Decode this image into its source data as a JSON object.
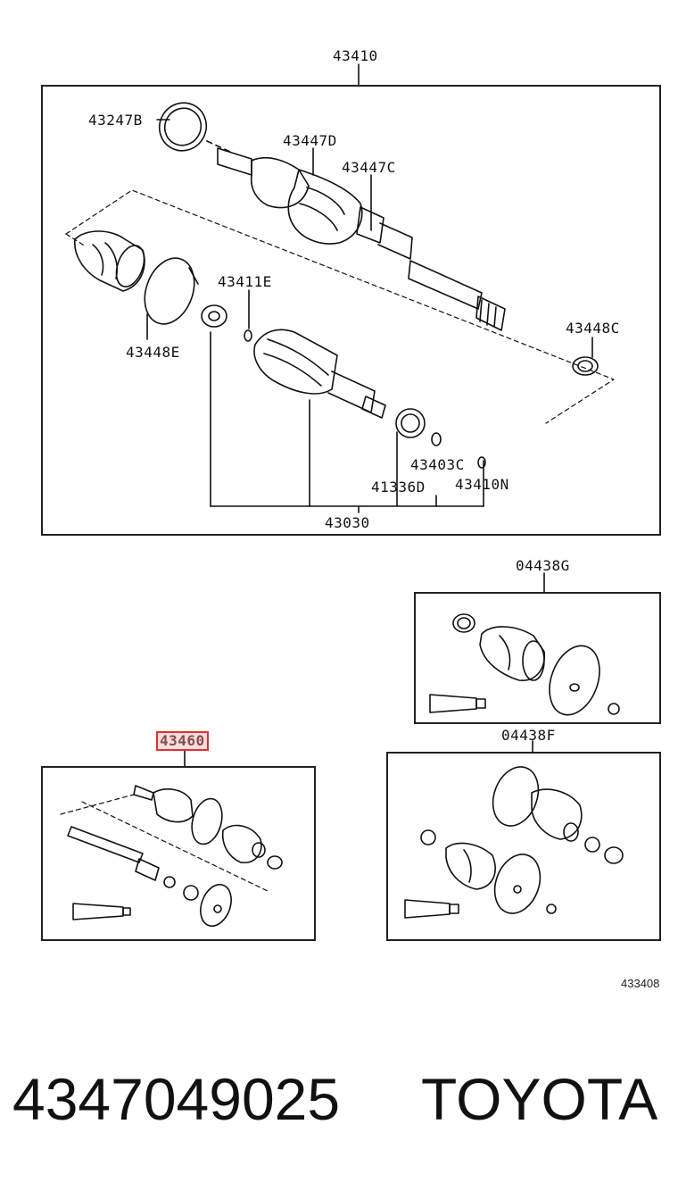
{
  "diagram": {
    "top_assembly": {
      "main_label": "43410",
      "labels": {
        "p43247B": "43247B",
        "p43447D": "43447D",
        "p43447C": "43447C",
        "p43411E": "43411E",
        "p43448E": "43448E",
        "p43448C": "43448C",
        "p43403C": "43403C",
        "p41336D": "41336D",
        "p43410N": "43410N",
        "p43030": "43030"
      }
    },
    "kit_g": {
      "label": "04438G"
    },
    "kit_f": {
      "label": "04438F"
    },
    "selected": {
      "label": "43460",
      "highlight_color": "#e03030"
    },
    "diagram_code": "433408"
  },
  "footer": {
    "part_number": "4347049025",
    "brand": "TOYOTA"
  }
}
